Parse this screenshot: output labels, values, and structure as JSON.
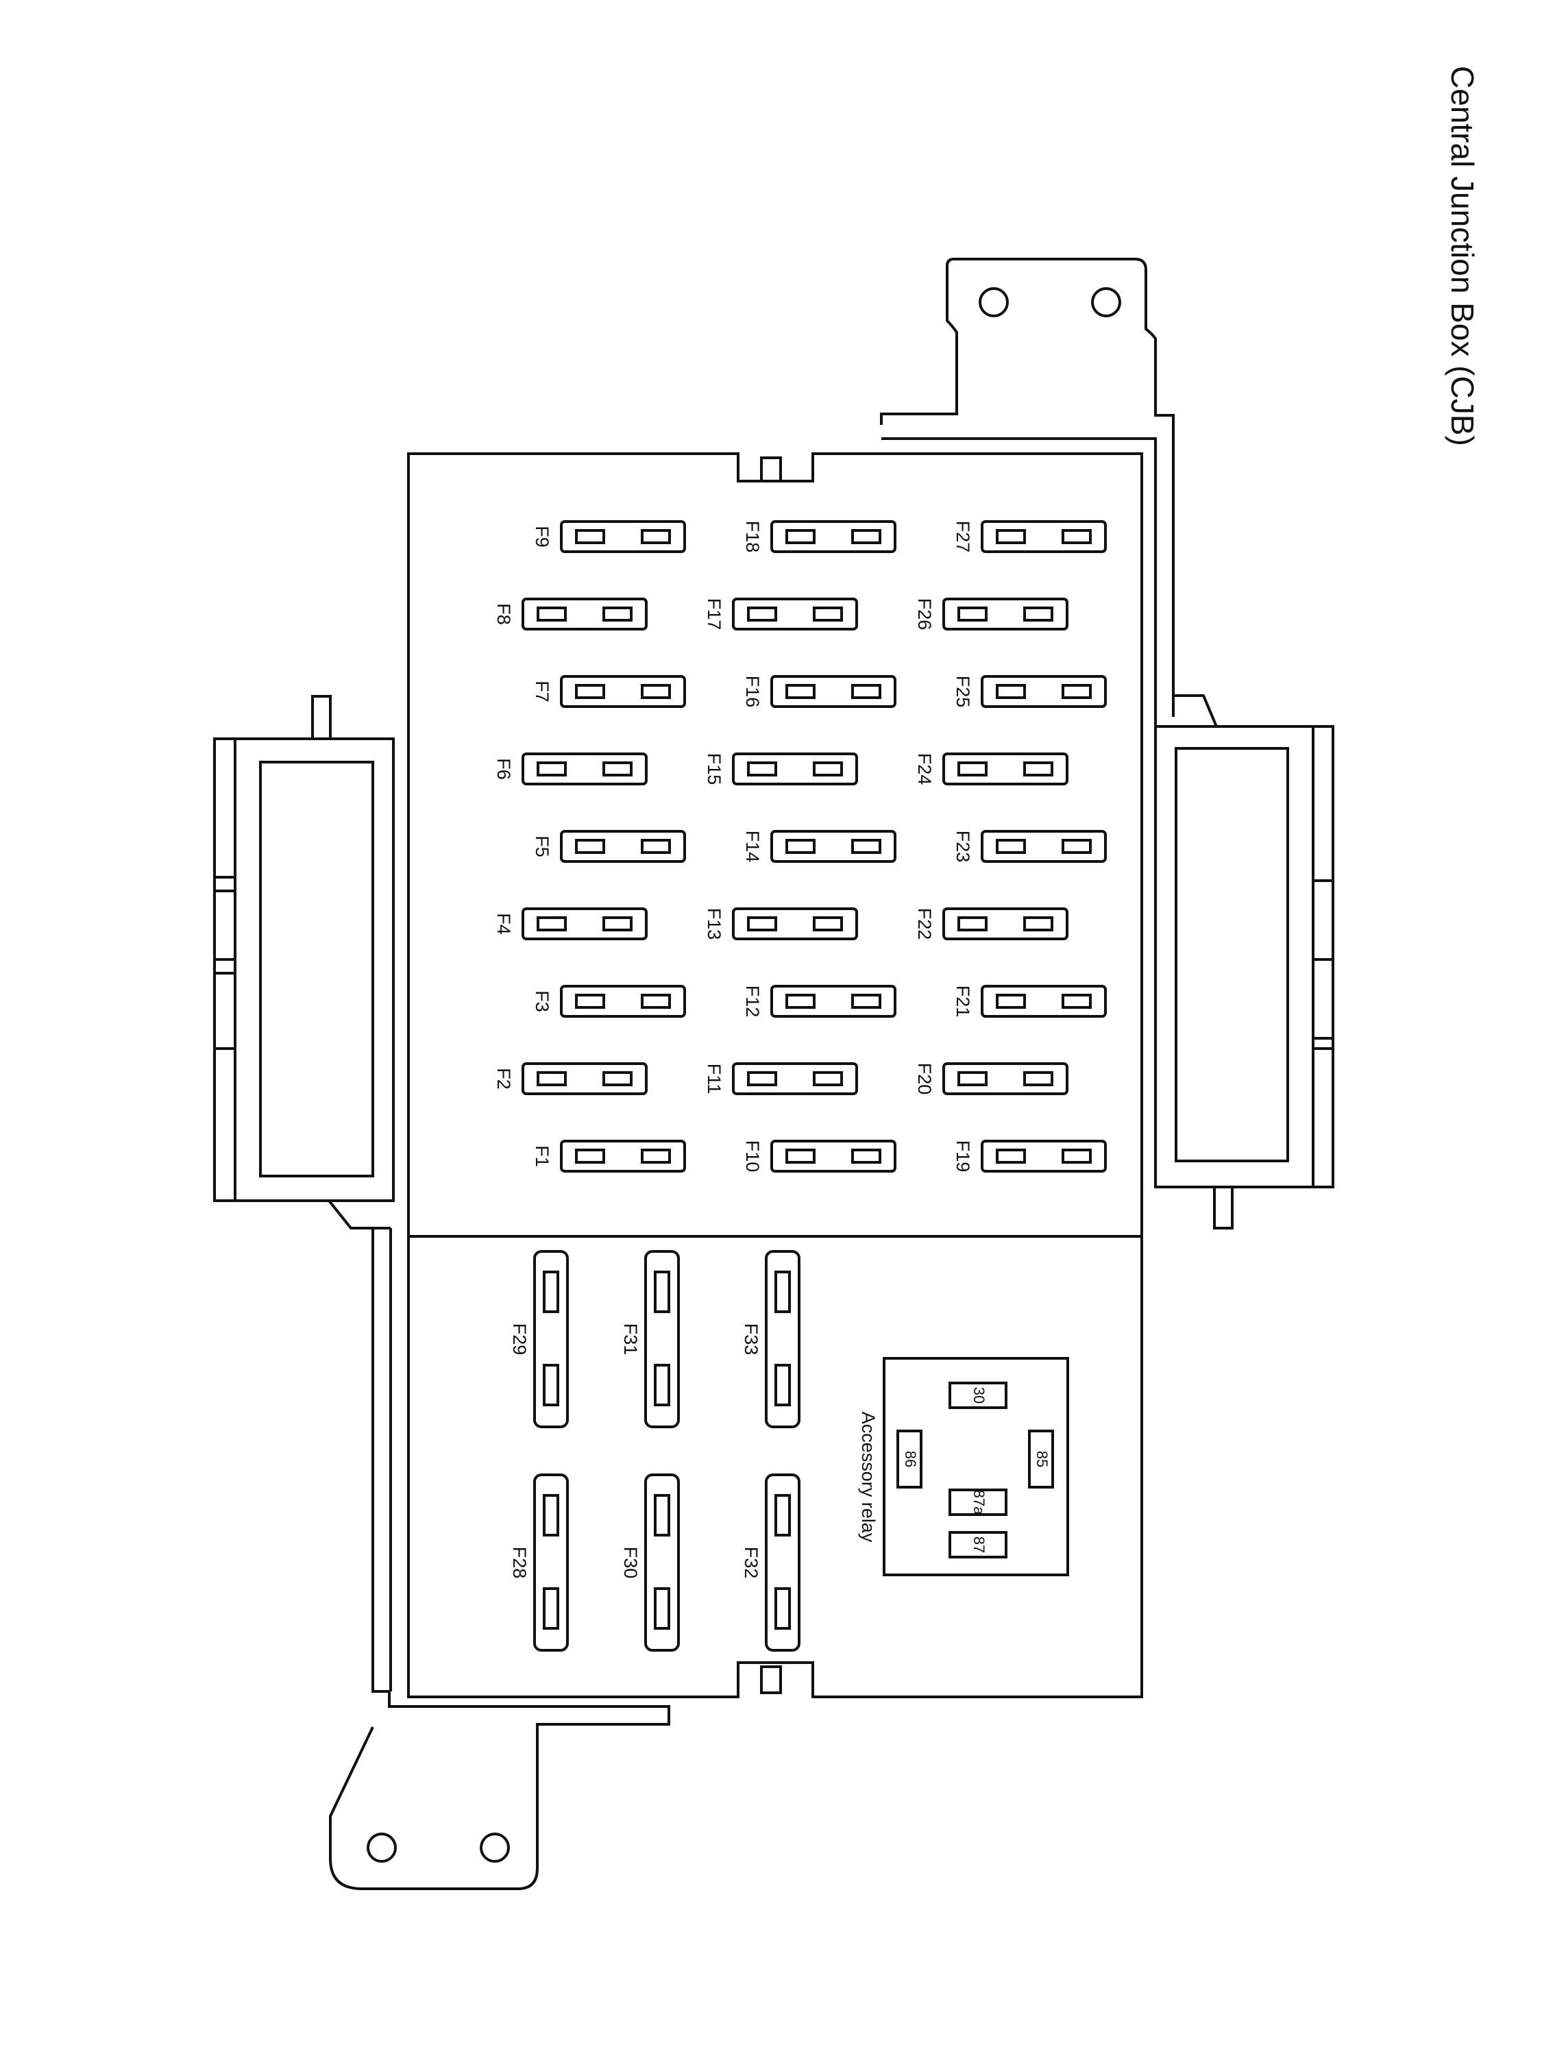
{
  "title": "Central Junction Box (CJB)",
  "fuse_rows": [
    [
      "F9",
      "F8",
      "F7",
      "F6",
      "F5",
      "F4",
      "F3",
      "F2",
      "F1"
    ],
    [
      "F18",
      "F17",
      "F16",
      "F15",
      "F14",
      "F13",
      "F12",
      "F11",
      "F10"
    ],
    [
      "F27",
      "F26",
      "F25",
      "F24",
      "F23",
      "F22",
      "F21",
      "F20",
      "F19"
    ]
  ],
  "cartridge_fuses": [
    {
      "top": "F29",
      "bottom": "F28"
    },
    {
      "top": "F31",
      "bottom": "F30"
    },
    {
      "top": "F33",
      "bottom": "F32"
    }
  ],
  "relay": {
    "label": "Accessory relay",
    "pins": [
      "30",
      "86",
      "85",
      "87a",
      "87"
    ]
  }
}
